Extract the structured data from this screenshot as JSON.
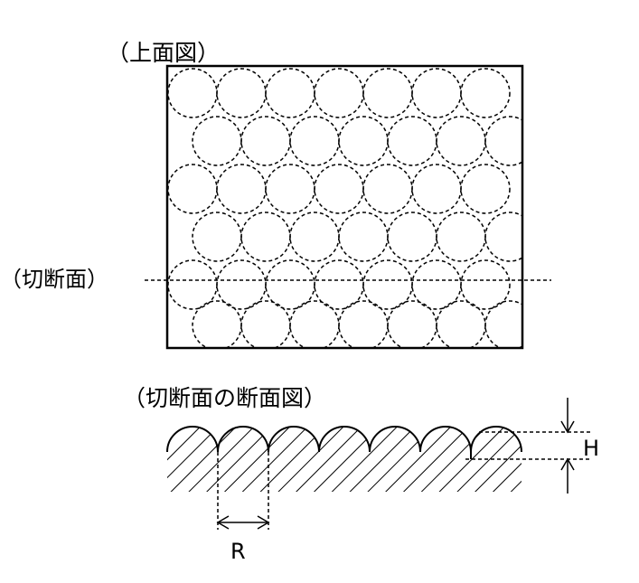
{
  "labels": {
    "top_view": "（上面図）",
    "cut_plane": "（切断面）",
    "section_view": "（切断面の断面図）",
    "height_symbol": "H",
    "radius_symbol": "R"
  },
  "colors": {
    "line": "#000000",
    "background": "#ffffff"
  }
}
